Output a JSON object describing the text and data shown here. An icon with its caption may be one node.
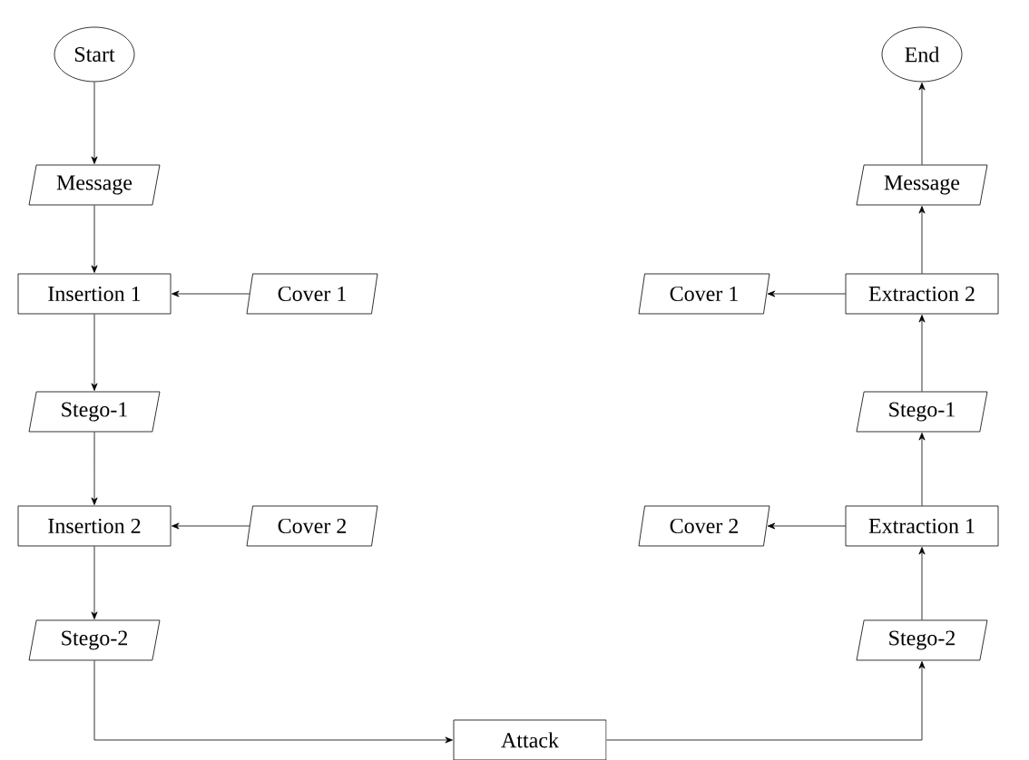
{
  "diagram": {
    "nodes": [
      {
        "text": [
          "Start"
        ]
      },
      {
        "text": [
          "Message"
        ]
      },
      {
        "text": [
          "Insertion 1"
        ]
      },
      {
        "text": [
          "Cover 1"
        ]
      },
      {
        "text": [
          "Stego-1"
        ]
      },
      {
        "text": [
          "Insertion 2"
        ]
      },
      {
        "text": [
          "Cover 2"
        ]
      },
      {
        "text": [
          "Stego-2"
        ]
      },
      {
        "text": [
          "Attack"
        ]
      },
      {
        "text": [
          "End"
        ]
      },
      {
        "text": [
          "Message"
        ]
      },
      {
        "text": [
          "Cover 1"
        ]
      },
      {
        "text": [
          "Extraction 2"
        ]
      },
      {
        "text": [
          "Stego-1"
        ]
      },
      {
        "text": [
          "Cover 2"
        ]
      },
      {
        "text": [
          "Extraction 1"
        ]
      },
      {
        "text": [
          "Stego-2"
        ]
      }
    ],
    "edges": [
      {
        "from": 0,
        "to": 1,
        "arrow": "to"
      },
      {
        "from": 1,
        "to": 2,
        "arrow": "to"
      },
      {
        "from": 3,
        "to": 2,
        "arrow": "to"
      },
      {
        "from": 2,
        "to": 4,
        "arrow": "to"
      },
      {
        "from": 4,
        "to": 5,
        "arrow": "to"
      },
      {
        "from": 6,
        "to": 5,
        "arrow": "to"
      },
      {
        "from": 5,
        "to": 7,
        "arrow": "to"
      },
      {
        "from": 7,
        "to": 8,
        "arrow": "to"
      },
      {
        "from": 8,
        "to": 16,
        "arrow": "to"
      },
      {
        "from": 16,
        "to": 15,
        "arrow": "to"
      },
      {
        "from": 15,
        "to": 14,
        "arrow": "to"
      },
      {
        "from": 15,
        "to": 13,
        "arrow": "to"
      },
      {
        "from": 13,
        "to": 12,
        "arrow": "to"
      },
      {
        "from": 12,
        "to": 11,
        "arrow": "to"
      },
      {
        "from": 12,
        "to": 10,
        "arrow": "to"
      },
      {
        "from": 10,
        "to": 9,
        "arrow": "to"
      }
    ]
  }
}
